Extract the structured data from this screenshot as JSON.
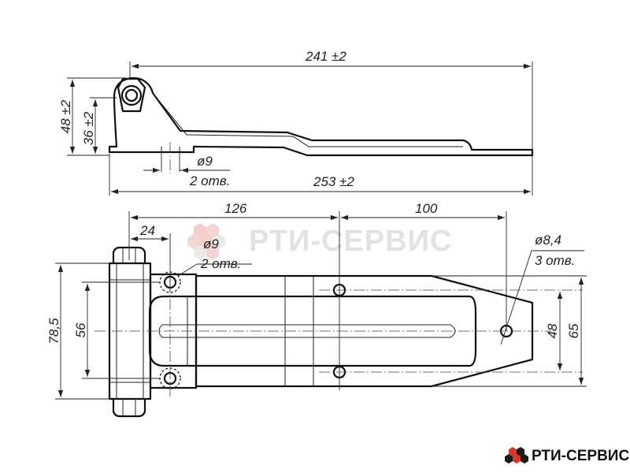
{
  "brand": {
    "name": "РТИ-СЕРВИС",
    "accent_color": "#d9362b",
    "dark_color": "#1a1a1a",
    "watermark_color": "#e2e2e2"
  },
  "side_view": {
    "overall_top": "241 ±2",
    "overall_bottom": "253 ±2",
    "height_outer": "48 ±2",
    "height_inner": "36 ±2",
    "hole_dia": "ø9",
    "hole_count": "2 отв."
  },
  "top_view": {
    "dist_a": "126",
    "dist_b": "100",
    "dist_c": "24",
    "hole_dia_left": "ø9",
    "hole_count_left": "2 отв.",
    "hole_dia_right": "ø8,4",
    "hole_count_right": "3 отв.",
    "height_total": "78,5",
    "height_holes": "56",
    "width_inner": "48",
    "width_outer": "65"
  }
}
